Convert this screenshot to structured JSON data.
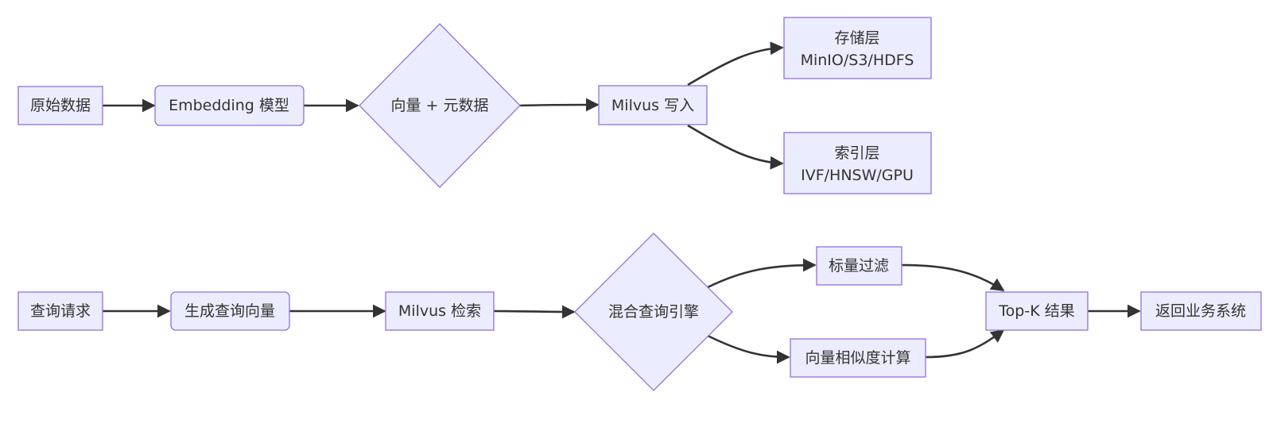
{
  "diagram": {
    "nodes": {
      "raw_data": {
        "label": "原始数据"
      },
      "embedding_model": {
        "label": "Embedding 模型"
      },
      "vector_meta": {
        "label": "向量 + 元数据"
      },
      "milvus_write": {
        "label": "Milvus 写入"
      },
      "storage_layer": {
        "line1": "存储层",
        "line2": "MinIO/S3/HDFS"
      },
      "index_layer": {
        "line1": "索引层",
        "line2": "IVF/HNSW/GPU"
      },
      "query_request": {
        "label": "查询请求"
      },
      "gen_query_vector": {
        "label": "生成查询向量"
      },
      "milvus_search": {
        "label": "Milvus 检索"
      },
      "hybrid_engine": {
        "label": "混合查询引擎"
      },
      "scalar_filter": {
        "label": "标量过滤"
      },
      "vector_similarity": {
        "label": "向量相似度计算"
      },
      "topk_result": {
        "label": "Top-K 结果"
      },
      "return_business": {
        "label": "返回业务系统"
      }
    },
    "edges": [
      {
        "from": "raw_data",
        "to": "embedding_model"
      },
      {
        "from": "embedding_model",
        "to": "vector_meta"
      },
      {
        "from": "vector_meta",
        "to": "milvus_write"
      },
      {
        "from": "milvus_write",
        "to": "storage_layer"
      },
      {
        "from": "milvus_write",
        "to": "index_layer"
      },
      {
        "from": "query_request",
        "to": "gen_query_vector"
      },
      {
        "from": "gen_query_vector",
        "to": "milvus_search"
      },
      {
        "from": "milvus_search",
        "to": "hybrid_engine"
      },
      {
        "from": "hybrid_engine",
        "to": "scalar_filter"
      },
      {
        "from": "hybrid_engine",
        "to": "vector_similarity"
      },
      {
        "from": "scalar_filter",
        "to": "topk_result"
      },
      {
        "from": "vector_similarity",
        "to": "topk_result"
      },
      {
        "from": "topk_result",
        "to": "return_business"
      }
    ],
    "colors": {
      "node_fill": "#ececff",
      "node_stroke": "#9370db",
      "edge": "#333333",
      "text": "#333333"
    }
  }
}
